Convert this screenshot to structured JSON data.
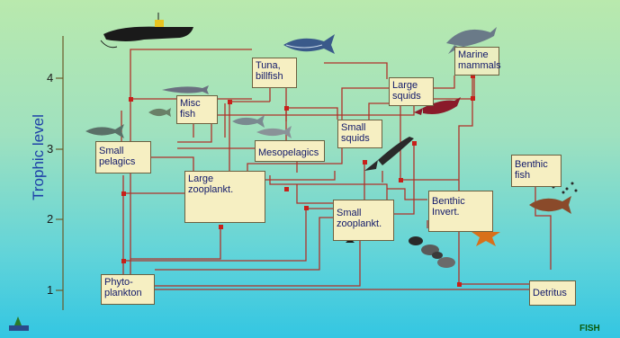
{
  "axis": {
    "title": "Trophic level",
    "ticks": [
      "4",
      "3",
      "2",
      "1"
    ]
  },
  "nodes": {
    "tuna": "Tuna,\nbillfish",
    "marine_mammals": "Marine\nmammals",
    "misc_fish": "Misc\nfish",
    "large_squids": "Large\nsquids",
    "small_squids": "Small\nsquids",
    "mesopelagics": "Mesopelagics",
    "small_pelagics": "Small\npelagics",
    "large_zooplankt": "Large\nzooplankt.",
    "small_zooplankt": "Small\nzooplankt.",
    "benthic_fish": "Benthic\nfish",
    "benthic_invert": "Benthic\nInvert.",
    "phytoplankton": "Phyto-\nplankton",
    "detritus": "Detritus"
  },
  "colors": {
    "link": "#b0322a",
    "box_fill": "#f6efc2",
    "axis": "#6a5a2a",
    "label_text": "#10186a"
  },
  "icons": [
    "fishing-boat-icon",
    "tuna-fish-icon",
    "dolphin-icon",
    "barracuda-icon",
    "fish-icon",
    "squid-icon",
    "starfish-icon",
    "mussel-icon",
    "grouper-icon",
    "plankton-icon"
  ],
  "logos": {
    "bottom_right": "FISH"
  }
}
